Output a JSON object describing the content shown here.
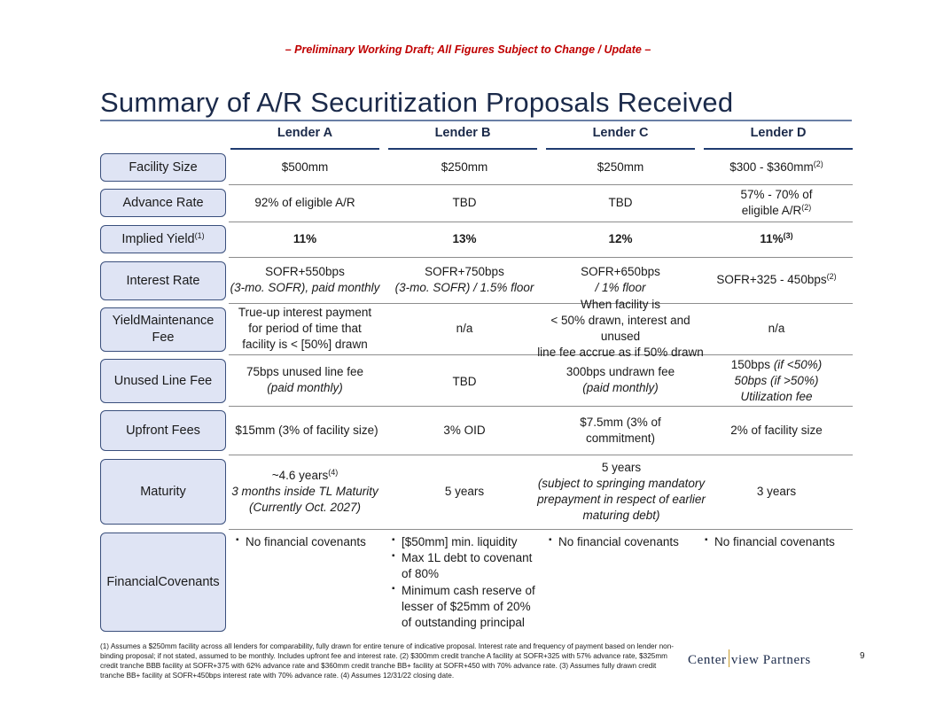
{
  "draft_banner": "– Preliminary Working Draft; All Figures Subject to Change / Update –",
  "title": "Summary of A/R Securitization Proposals Received",
  "lenders": [
    "Lender A",
    "Lender B",
    "Lender C",
    "Lender D"
  ],
  "rows": {
    "facility_size": {
      "label": "Facility Size",
      "a": "$500mm",
      "b": "$250mm",
      "c": "$250mm",
      "d": "$300 - $360mm",
      "d_sup": "(2)"
    },
    "advance_rate": {
      "label": "Advance Rate",
      "a": "92% of eligible A/R",
      "b": "TBD",
      "c": "TBD",
      "d_line1": "57% - 70% of",
      "d_line2": "eligible A/R",
      "d_sup": "(2)"
    },
    "implied_yield": {
      "label": "Implied Yield",
      "label_sup": "(1)",
      "a": "11%",
      "b": "13%",
      "c": "12%",
      "d": "11%",
      "d_sup": "(3)"
    },
    "interest_rate": {
      "label": "Interest Rate",
      "a_line1": "SOFR+550bps",
      "a_line2": "(3-mo. SOFR), paid monthly",
      "b_line1": "SOFR+750bps",
      "b_line2": "(3-mo. SOFR) / 1.5% floor",
      "c_line1": "SOFR+650bps",
      "c_line2": "/ 1% floor",
      "d": "SOFR+325 - 450bps",
      "d_sup": "(2)"
    },
    "yield_maintenance_fee": {
      "label_line1": "Yield",
      "label_line2": "Maintenance Fee",
      "a_line1": "True-up interest payment",
      "a_line2": "for period of time that",
      "a_line3": "facility is < [50%] drawn",
      "b": "n/a",
      "c_line1": "When facility is",
      "c_line2": "< 50% drawn, interest and unused",
      "c_line3": "line fee accrue as if 50% drawn",
      "d": "n/a"
    },
    "unused_line_fee": {
      "label": "Unused Line Fee",
      "a_main": "75bps unused line fee ",
      "a_ital": "(paid monthly)",
      "b": "TBD",
      "c_main": "300bps undrawn fee ",
      "c_ital": "(paid monthly)",
      "d_line1": "150bps ",
      "d_line1_ital": "(if <50%)",
      "d_line2_ital": "50bps (if >50%)",
      "d_line3_ital": "Utilization fee"
    },
    "upfront_fees": {
      "label": "Upfront Fees",
      "a": "$15mm (3% of facility size)",
      "b": "3% OID",
      "c_line1": "$7.5mm (3% of",
      "c_line2": "commitment)",
      "d": "2% of facility size"
    },
    "maturity": {
      "label": "Maturity",
      "a_line1": "~4.6 years",
      "a_sup": "(4)",
      "a_line2": "3 months inside TL Maturity",
      "a_line3": "(Currently Oct. 2027)",
      "b": "5 years",
      "c_line1": "5 years",
      "c_line2": "(subject to springing mandatory",
      "c_line3": "prepayment in respect of earlier",
      "c_line4": "maturing debt)",
      "d": "3 years"
    },
    "financial_covenants": {
      "label_line1": "Financial",
      "label_line2": "Covenants",
      "a": [
        "No financial covenants"
      ],
      "b": [
        "[$50mm] min. liquidity",
        "Max 1L debt to covenant of 80%",
        "Minimum cash reserve of lesser of $25mm of 20% of outstanding principal"
      ],
      "c": [
        "No financial covenants"
      ],
      "d": [
        "No financial covenants"
      ]
    }
  },
  "footnote": "(1) Assumes a $250mm facility across all lenders for comparability, fully drawn for entire tenure of indicative proposal. Interest rate and frequency of payment based on lender non-binding proposal; if not stated, assumed to be monthly. Includes upfront fee and interest rate. (2) $300mm credit tranche A facility at SOFR+325 with 57% advance rate, $325mm credit tranche BBB facility at SOFR+375 with 62% advance rate and $360mm credit tranche BB+ facility at SOFR+450 with 70% advance rate. (3) Assumes fully drawn credit tranche BB+ facility at SOFR+450bps interest rate with 70% advance rate. (4) Assumes 12/31/22 closing date.",
  "logo": {
    "left": "Center",
    "right": "view Partners"
  },
  "page_number": "9"
}
